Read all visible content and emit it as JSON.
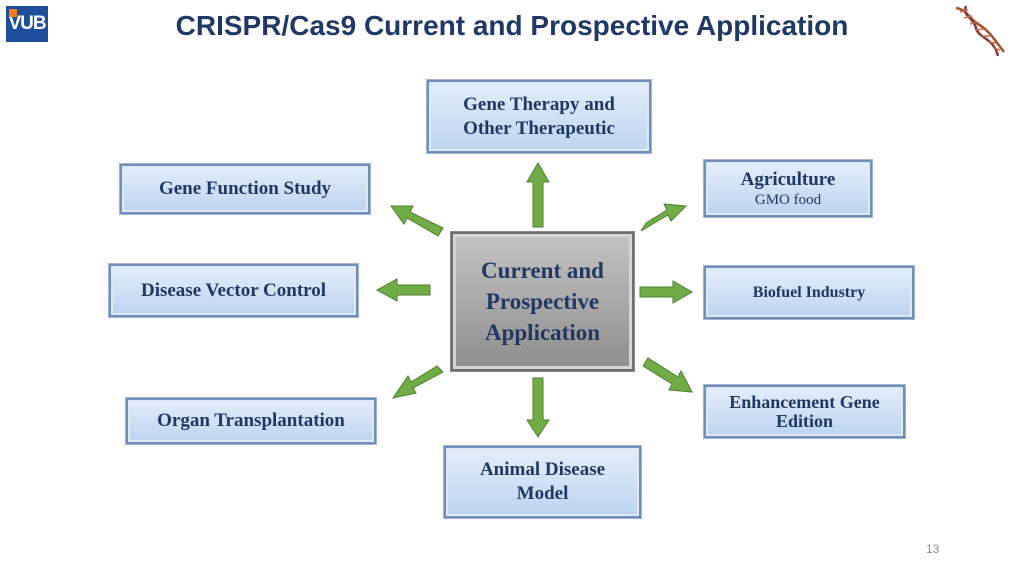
{
  "title": "CRISPR/Cas9 Current and Prospective Application",
  "logo_text": "VUB",
  "center": "Current and Prospective Application",
  "nodes": {
    "gene_therapy": "Gene Therapy and Other Therapeutic",
    "gene_function": "Gene Function Study",
    "agriculture": "Agriculture",
    "agriculture_sub": "GMO food",
    "disease_vector": "Disease Vector Control",
    "biofuel": "Biofuel Industry",
    "organ": "Organ Transplantation",
    "enhancement": "Enhancement Gene Edition",
    "animal_model": "Animal Disease Model"
  },
  "page_number": "13",
  "colors": {
    "title": "#1f3864",
    "box_fill": "#c9dcf2",
    "box_border": "#6f8fb8",
    "center_fill": "#a6a6a6",
    "arrow_fill": "#70ad47",
    "arrow_stroke": "#507e32"
  }
}
